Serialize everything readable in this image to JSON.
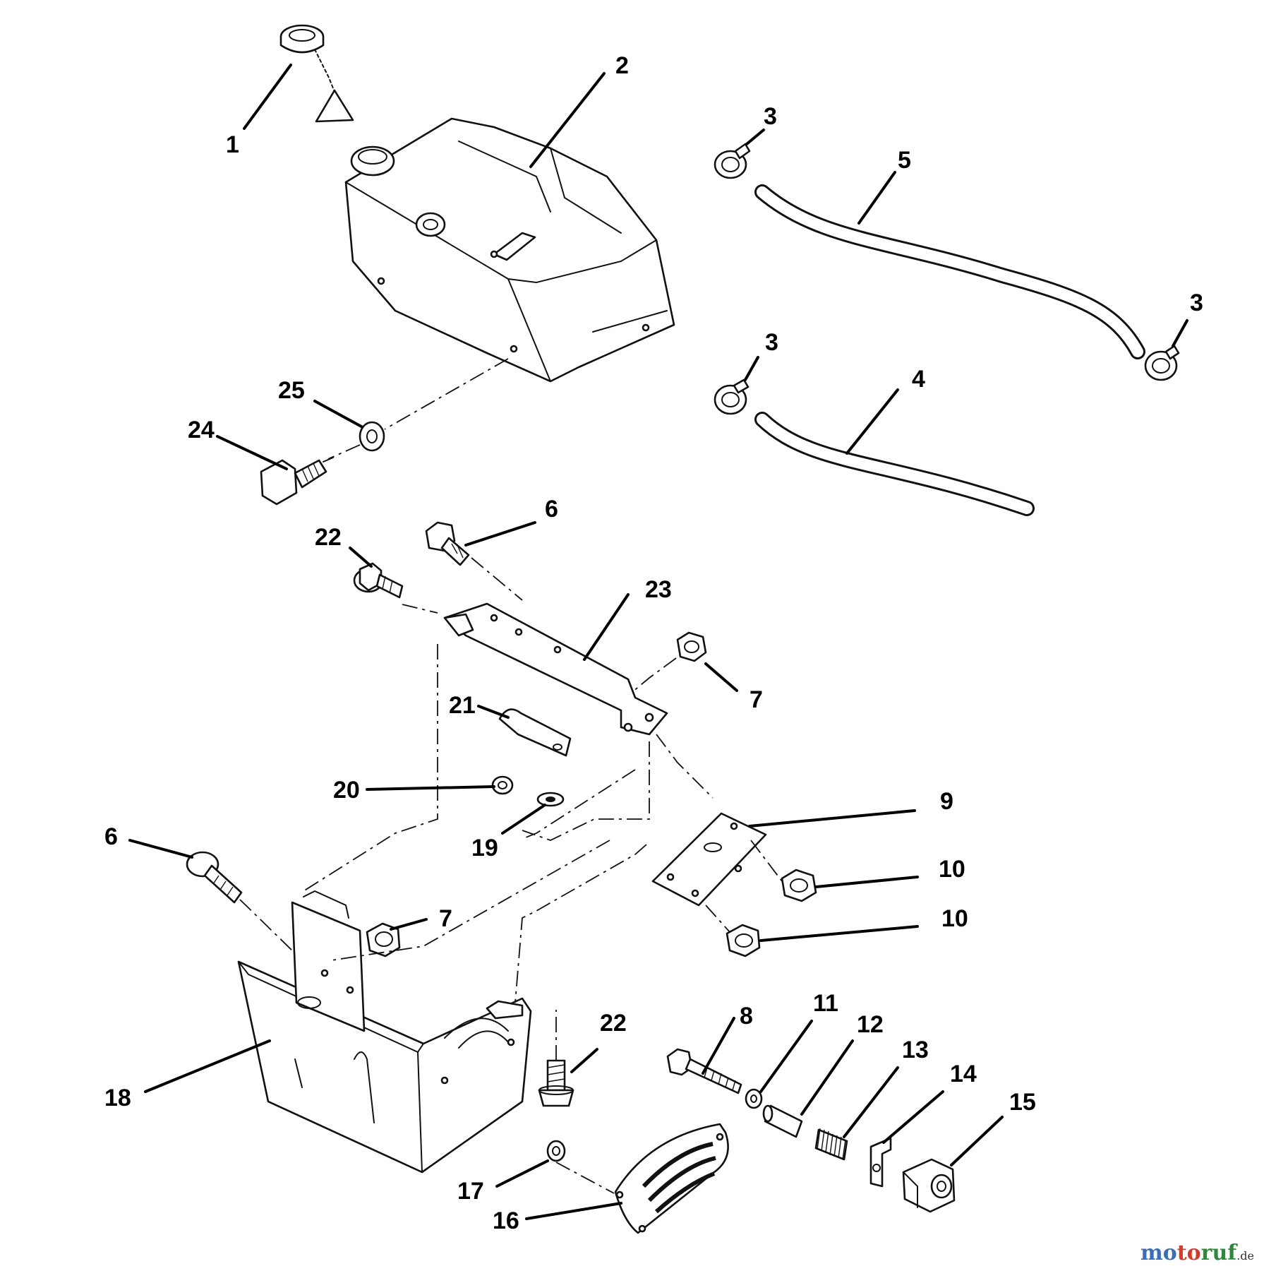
{
  "callouts": {
    "c1": "1",
    "c2": "2",
    "c3a": "3",
    "c3b": "3",
    "c3c": "3",
    "c4": "4",
    "c5": "5",
    "c6a": "6",
    "c6b": "6",
    "c7a": "7",
    "c7b": "7",
    "c8": "8",
    "c9": "9",
    "c10a": "10",
    "c10b": "10",
    "c11": "11",
    "c12": "12",
    "c13": "13",
    "c14": "14",
    "c15": "15",
    "c16": "16",
    "c17": "17",
    "c18": "18",
    "c19": "19",
    "c20": "20",
    "c21": "21",
    "c22a": "22",
    "c22b": "22",
    "c23": "23",
    "c24": "24",
    "c25": "25"
  },
  "watermark": {
    "p1": "mo",
    "p2": "to",
    "p3": "ruf",
    "p4": ".de"
  }
}
